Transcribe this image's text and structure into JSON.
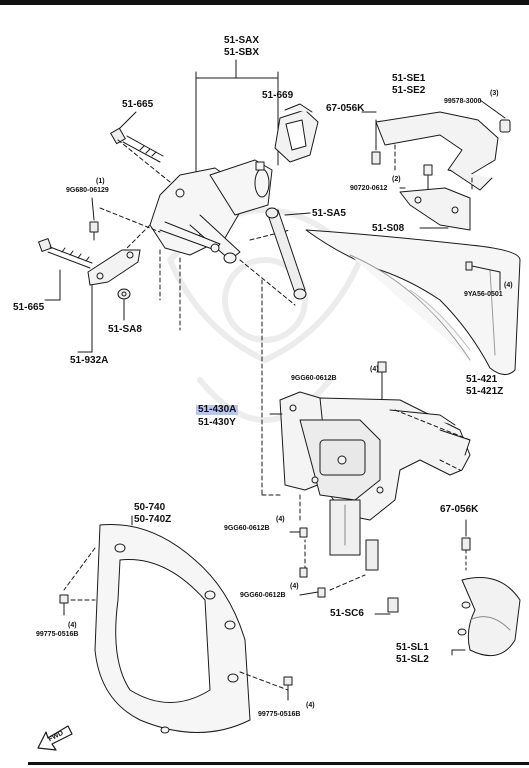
{
  "labels": {
    "sax_sbx": [
      "51-SAX",
      "51-SBX"
    ],
    "l_51_665_top": "51-665",
    "l_51_669": "51-669",
    "l_67_056k_top": "67-056K",
    "se1_se2": [
      "51-SE1",
      "51-SE2"
    ],
    "qty_99578": "(3)",
    "l_99578": "99578-3000",
    "qty_9g680": "(1)",
    "l_9g680": "9G680-06129",
    "l_90720": "90720-0612",
    "qty_90720": "(2)",
    "l_51_sa5": "51-SA5",
    "l_51_s08": "51-S08",
    "qty_9ya56": "(4)",
    "l_9ya56": "9YA56-0501",
    "l_51_665_bottom": "51-665",
    "l_51_sa8": "51-SA8",
    "l_51_932a": "51-932A",
    "qty_9gg60_a": "(4)",
    "l_9gg60_a": "9GG60-0612B",
    "l_421": [
      "51-421",
      "51-421Z"
    ],
    "l_430": [
      "51-430A",
      "51-430Y"
    ],
    "l_740": [
      "50-740",
      "50-740Z"
    ],
    "l_67_056k_bottom": "67-056K",
    "qty_9gg60_b": "(4)",
    "l_9gg60_b": "9GG60-0612B",
    "qty_9gg60_c": "(4)",
    "l_9gg60_c": "9GG60-0612B",
    "qty_99775_a": "(4)",
    "l_99775_a": "99775-0516B",
    "l_51_sc6": "51-SC6",
    "sl1_sl2": [
      "51-SL1",
      "51-SL2"
    ],
    "qty_99775_b": "(4)",
    "l_99775_b": "99775-0516B",
    "fwd": "FWD"
  },
  "colors": {
    "line": "#1a1a1a",
    "highlight": "#b8c6f2",
    "part_fill": "#f4f4f4",
    "shade": "#8a8a8a"
  }
}
